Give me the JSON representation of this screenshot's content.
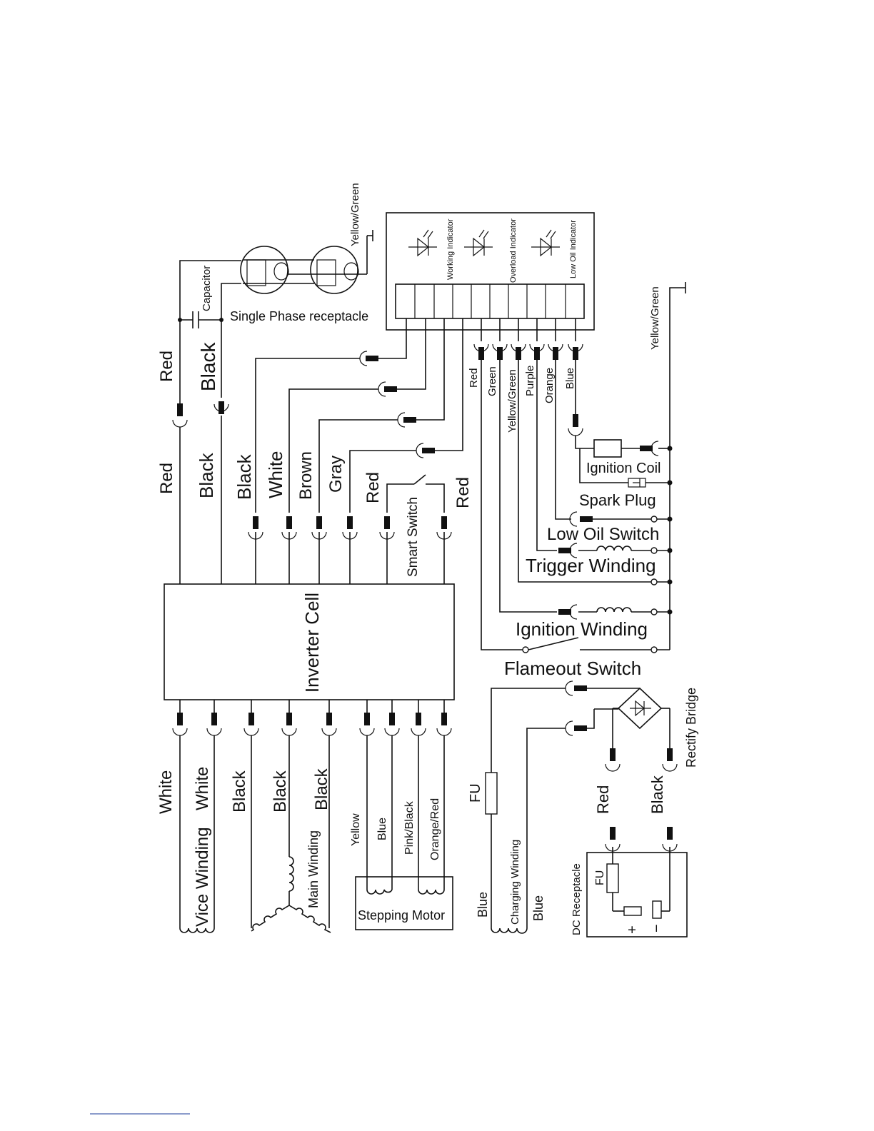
{
  "labels": {
    "inverter_cell": "Inverter Cell",
    "capacitor": "Capacitor",
    "single_phase_receptacle": "Single Phase receptacle",
    "yellow_green_top": "Yellow/Green",
    "yellow_green_right": "Yellow/Green",
    "working_indicator": "Working Indicator",
    "overload_indicator": "Overload Indicator",
    "low_oil_indicator": "Low Oil Indicator",
    "smart_switch": "Smart Switch",
    "ignition_coil": "Ignition Coil",
    "spark_plug": "Spark Plug",
    "low_oil_switch": "Low Oil Switch",
    "trigger_winding": "Trigger Winding",
    "ignition_winding": "Ignition Winding",
    "flameout_switch": "Flameout Switch",
    "rectify_bridge": "Rectify Bridge",
    "dc_receptacle": "DC Receptacle",
    "charging_winding": "Charging Winding",
    "stepping_motor": "Stepping Motor",
    "main_winding": "Main Winding",
    "vice_winding": "Vice Winding",
    "fu_1": "FU",
    "fu_2": "FU",
    "plus": "+",
    "minus": "−"
  },
  "wires": {
    "top_red_1": "Red",
    "top_black_1": "Black",
    "top_red_2": "Red",
    "top_black_2": "Black",
    "top_black_3": "Black",
    "top_white": "White",
    "top_brown": "Brown",
    "top_gray": "Gray",
    "top_red_3": "Red",
    "top_red_4": "Red",
    "panel_red": "Red",
    "panel_green": "Green",
    "panel_yellow_green": "Yellow/Green",
    "panel_purple": "Purple",
    "panel_orange": "Orange",
    "panel_blue": "Blue",
    "bot_white_1": "White",
    "bot_white_2": "White",
    "bot_black_1": "Black",
    "bot_black_2": "Black",
    "bot_black_3": "Black",
    "bot_yellow": "Yellow",
    "bot_blue": "Blue",
    "bot_pink_black": "Pink/Black",
    "bot_orange_red": "Orange/Red",
    "charge_blue_1": "Blue",
    "charge_blue_2": "Blue",
    "dc_red": "Red",
    "dc_black": "Black"
  }
}
